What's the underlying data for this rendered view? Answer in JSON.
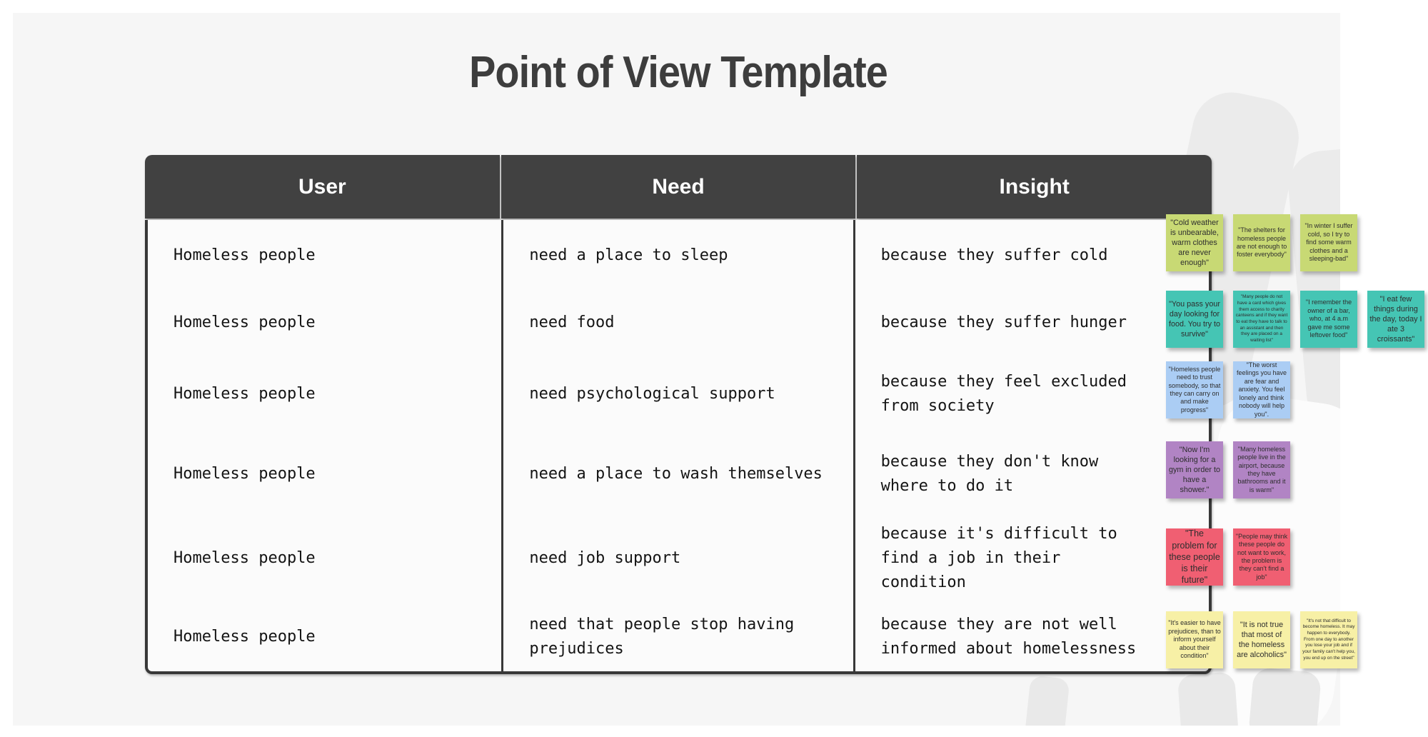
{
  "page": {
    "title": "Point of View Template"
  },
  "table": {
    "columns": [
      "User",
      "Need",
      "Insight"
    ],
    "rows": [
      {
        "user": "Homeless people",
        "need": "need a place to sleep",
        "insight": "because they suffer cold"
      },
      {
        "user": "Homeless people",
        "need": "need food",
        "insight": "because they suffer hunger"
      },
      {
        "user": "Homeless people",
        "need": "need psychological support",
        "insight": "because they feel excluded from society"
      },
      {
        "user": "Homeless people",
        "need": "need a place to wash themselves",
        "insight": "because they don't know where to do it"
      },
      {
        "user": "Homeless people",
        "need": "need job support",
        "insight": "because it's difficult to find a job in their condition"
      },
      {
        "user": "Homeless people",
        "need": "need that people stop having prejudices",
        "insight": "because they are not well informed about homelessness"
      }
    ]
  },
  "sticky_note_groups": [
    {
      "row": 1,
      "color": "#c8d974",
      "notes": [
        "\"Cold weather is unbearable, warm clothes are never enough\"",
        "\"The shelters for homeless people are not enough to foster everybody\"",
        "\"In winter I suffer cold, so I try to find some warm clothes and a sleeping-bad\""
      ]
    },
    {
      "row": 2,
      "color": "#45c5b4",
      "notes": [
        "\"You pass your day looking for food. You try to survive\"",
        "\"Many people do not have a card which gives them access to charity canteens and if they want to eat they have to talk to an assistant and then they are placed on a waiting list\"",
        "\"I remember the owner of a bar, who, at 4 a.m gave me some leftover food\"",
        "\"I eat few things during the day, today I ate 3 croissants\""
      ]
    },
    {
      "row": 3,
      "color": "#abcdf4",
      "notes": [
        "\"Homeless people need to trust somebody, so that they can carry on and make progress\"",
        "\"The worst feelings you have are fear and anxiety. You feel lonely and think nobody will help you\"."
      ]
    },
    {
      "row": 4,
      "color": "#b184c4",
      "notes": [
        "\"Now I'm looking for a gym in order to have a shower.\"",
        "\"Many homeless people live in the airport, because they have bathrooms and it is warm\""
      ]
    },
    {
      "row": 5,
      "color": "#f05f72",
      "notes": [
        "\"The problem for these people is their future\"",
        "\"People may think these people do not want to work, the problem is they can't find a job\""
      ]
    },
    {
      "row": 6,
      "color": "#f7f0a6",
      "notes": [
        "\"It's easier to have prejudices, than to inform yourself about their condition\"",
        "\"It is not true that most of the homeless are alcoholics\"",
        "\"It's not that difficult to become homeless. It may happen to everybody. From one day to another you lose your job and if your family can't help you, you end up on the street\""
      ]
    }
  ],
  "colors": {
    "canvas_background": "#f6f6f6",
    "table_header_background": "#414141",
    "table_border": "#383838",
    "table_body_background": "#fbfbfb",
    "title_text": "#3d3d3d"
  }
}
